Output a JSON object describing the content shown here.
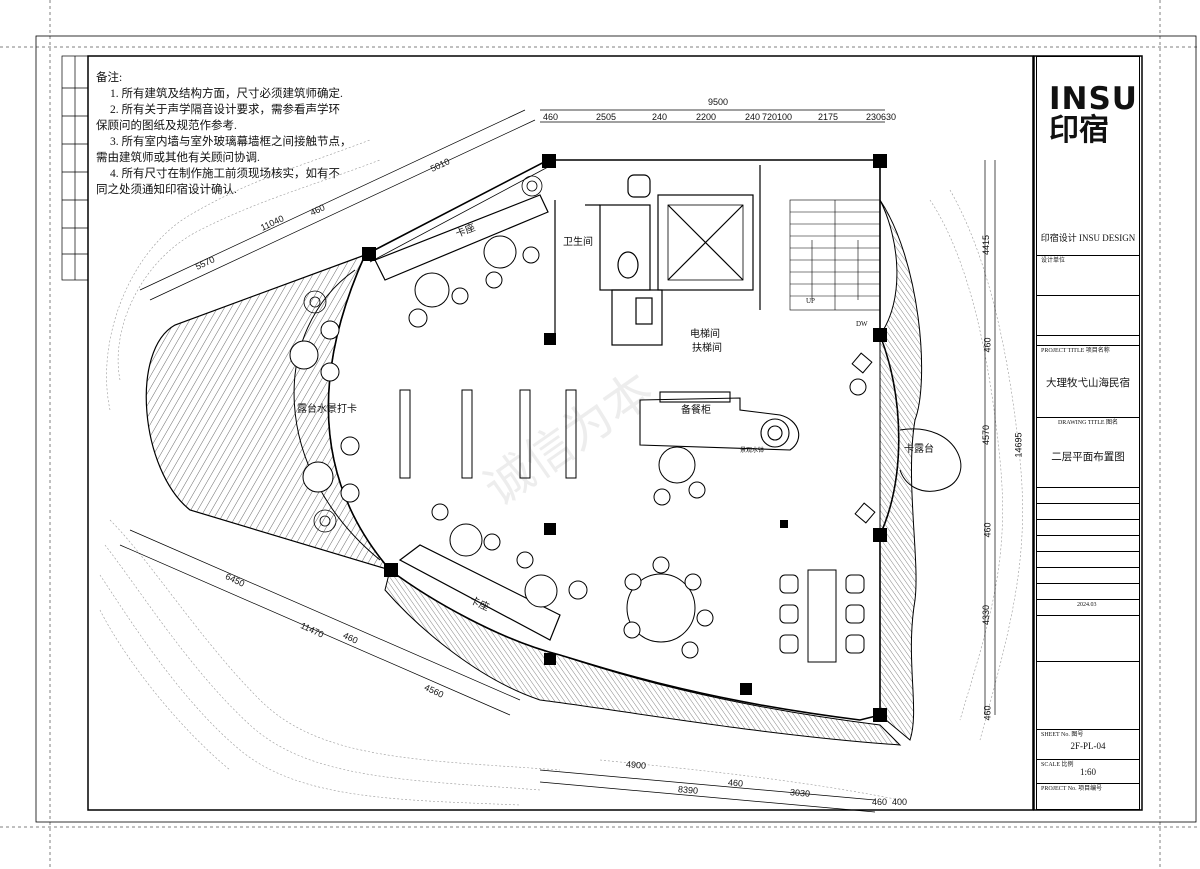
{
  "notes": {
    "title": "备注:",
    "lines": [
      "1. 所有建筑及结构方面，尺寸必须建筑师确定.",
      "2. 所有关于声学隔音设计要求，需参看声学环",
      "保顾问的图纸及规范作参考.",
      "3. 所有室内墙与室外玻璃幕墙框之间接触节点，",
      "需由建筑师或其他有关顾问协调.",
      "4. 所有尺寸在制作施工前须现场核实，如有不",
      "同之处须通知印宿设计确认."
    ]
  },
  "title_block": {
    "logo_line1": "INSU",
    "logo_line2": "印宿",
    "brand": "印宿设计 INSU DESIGN",
    "project_name": "大理牧弋山海民宿",
    "drawing_title": "二层平面布置图",
    "sheet_no": "2F-PL-04",
    "scale": "1:60",
    "date": "2024.03",
    "small_labels": {
      "design": "设计单位",
      "project_title": "PROJECT TITLE 项目名称",
      "drawing_label": "DRAWING TITLE 图名",
      "sheet_label": "SHEET No. 图号",
      "scale_label": "SCALE 比例",
      "project_no": "PROJECT No. 项目编号"
    }
  },
  "rooms": {
    "restroom": "卫生间",
    "elevator": "电梯间",
    "elevator_sub": "扶梯间",
    "booth_top": "卡座",
    "booth_bottom": "卡座",
    "terrace": "露台水景打卡",
    "service": "备餐柜",
    "terrace_right": "卡露台",
    "up": "UP",
    "dn": "DW",
    "fountain": "景观水钵"
  },
  "dimensions": {
    "top_total": "9500",
    "top_segments": [
      "460",
      "2505",
      "240",
      "2200",
      "240",
      "720100",
      "2175",
      "230630"
    ],
    "right_total": "14695",
    "right_segments": [
      "4415",
      "460",
      "4570",
      "460",
      "4330",
      "460"
    ],
    "upper_left": [
      "5010",
      "11040",
      "460",
      "5570"
    ],
    "lower_left": [
      "6450",
      "11470",
      "460",
      "4560"
    ],
    "bottom": [
      "4900",
      "8390",
      "460",
      "3030",
      "460",
      "400"
    ]
  },
  "watermark": "诚信为本",
  "colors": {
    "line": "#111111",
    "hatch": "#555555",
    "paper": "#ffffff"
  }
}
